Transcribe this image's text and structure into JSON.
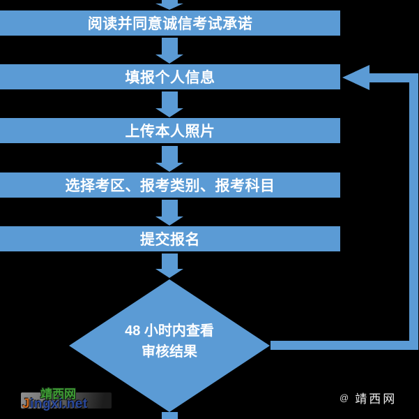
{
  "scene": {
    "background_color": "#000000",
    "shape_fill_color": "#5b9bd5",
    "shape_text_color": "#ffffff"
  },
  "flowchart": {
    "steps": [
      {
        "label": "阅读并同意诚信考试承诺"
      },
      {
        "label": "填报个人信息"
      },
      {
        "label": "上传本人照片"
      },
      {
        "label": "选择考区、报考类别、报考科目"
      },
      {
        "label": "提交报名"
      }
    ],
    "decision": {
      "line1": "48 小时内查看",
      "line2": "审核结果"
    }
  },
  "watermarks": {
    "site_badge": {
      "cn": "靖西网",
      "latin_initial": "J",
      "latin_rest": "ingxi.net",
      "cn_color": "#3f9c35",
      "initial_color": "#cf6a1e",
      "rest_color": "#2b4a9e"
    },
    "credit": {
      "symbol": "@",
      "text": "靖西网",
      "color": "#f0f0f0"
    }
  }
}
